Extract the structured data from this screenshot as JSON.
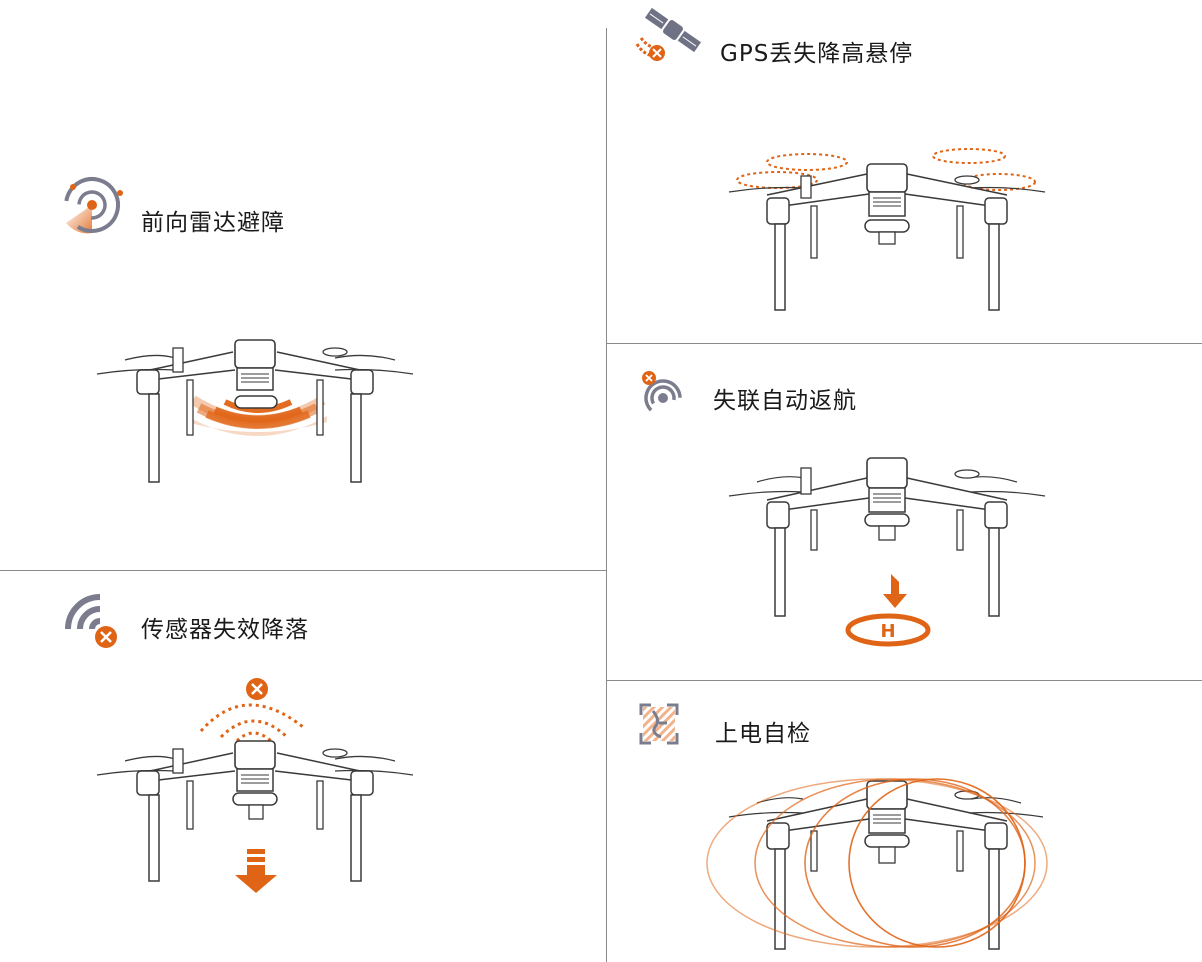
{
  "features": [
    {
      "id": "radar",
      "title": "前向雷达避障",
      "icon": "radar-icon"
    },
    {
      "id": "gps",
      "title": "GPS丢失降高悬停",
      "icon": "satellite-icon"
    },
    {
      "id": "link",
      "title": "失联自动返航",
      "icon": "signal-lost-icon"
    },
    {
      "id": "sensor",
      "title": "传感器失效降落",
      "icon": "sensor-fail-icon"
    },
    {
      "id": "selfcheck",
      "title": "上电自检",
      "icon": "self-check-icon"
    }
  ],
  "landing_pad_label": "H",
  "colors": {
    "accent": "#e06416",
    "accent_light": "#f2b38a",
    "line": "#3a3a3a",
    "icon_gray": "#7b7d8e",
    "divider": "#8a8a8a"
  }
}
